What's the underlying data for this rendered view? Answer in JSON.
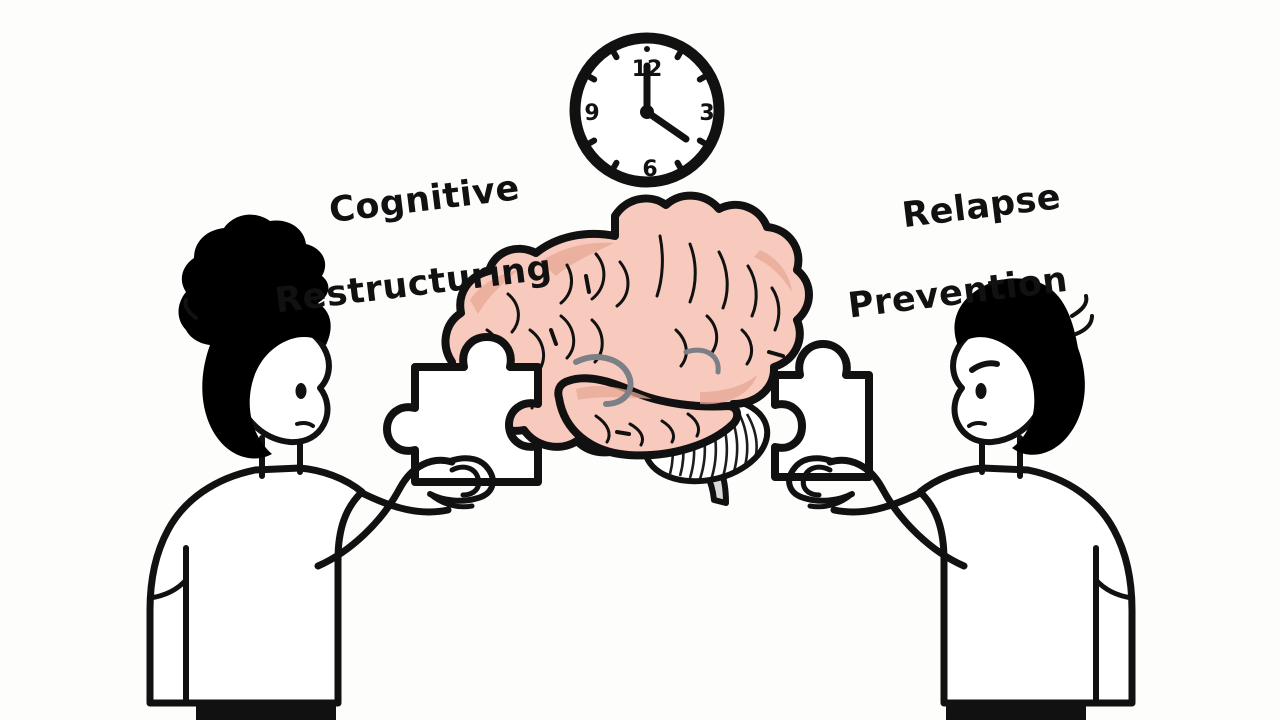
{
  "scene": {
    "background_color": "#fdfdfb",
    "ink_color": "#111111",
    "brain_fill": "#f7cabd",
    "brain_shade": "#e8a795",
    "brain_stem_fill": "#d9d9d9",
    "puzzle_fill": "#ffffff",
    "skin_fill": "#ffffff",
    "hair_fill": "#000000",
    "shirt_fill": "#ffffff",
    "pants_fill": "#111111"
  },
  "labels": {
    "left": {
      "line1": "Cognitive",
      "line2": "Restructuring"
    },
    "right": {
      "line1": "Relapse",
      "line2": "Prevention"
    }
  },
  "clock": {
    "name": "wall-clock",
    "numerals": [
      "12",
      "3",
      "6",
      "9"
    ],
    "hour_hand_value": 4,
    "minute_hand_value": 12,
    "time_display": "4:00"
  },
  "figures": [
    {
      "name": "person-left",
      "facing": "right",
      "holds": "left-puzzle-piece"
    },
    {
      "name": "person-right",
      "facing": "left",
      "holds": "right-puzzle-piece"
    }
  ],
  "puzzle_pieces": [
    {
      "name": "left-puzzle-piece",
      "side": "left"
    },
    {
      "name": "right-puzzle-piece",
      "side": "right"
    }
  ],
  "brain": {
    "name": "brain-illustration",
    "parts": [
      "cerebrum",
      "cerebellum",
      "brain-stem"
    ]
  }
}
